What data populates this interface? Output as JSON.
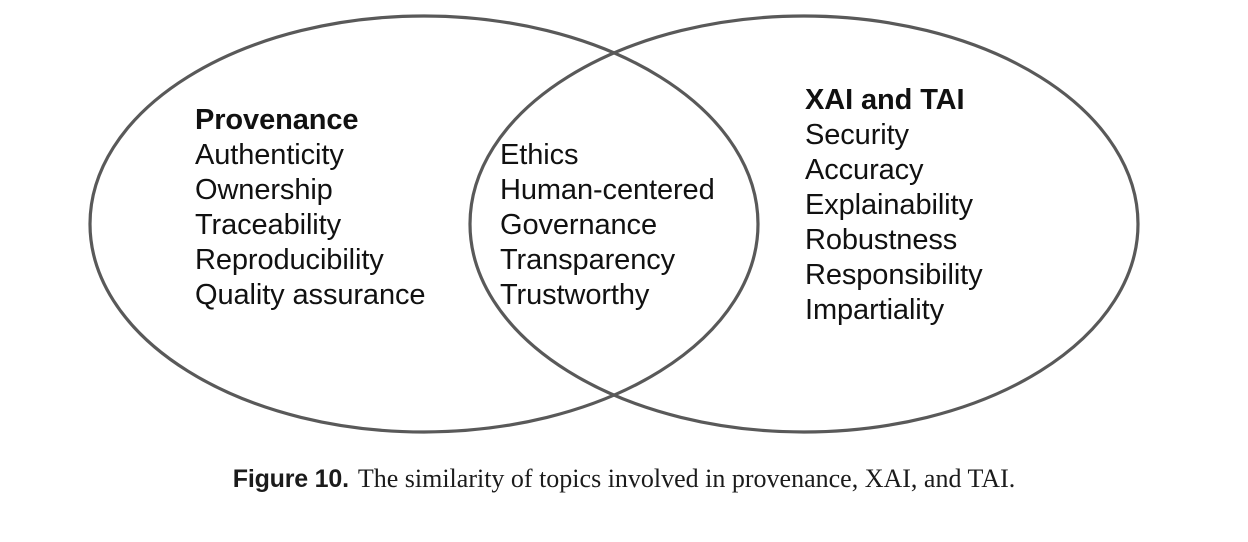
{
  "figure": {
    "caption_label": "Figure 10.",
    "caption_text": "The similarity of topics involved in provenance, XAI, and TAI.",
    "diagram_type": "venn-diagram-two-set",
    "stroke_color": "#595959",
    "text_color": "#111111",
    "background_color": "#ffffff"
  },
  "venn": {
    "left_set": {
      "heading": "Provenance",
      "items": [
        "Authenticity",
        "Ownership",
        "Traceability",
        "Reproducibility",
        "Quality assurance"
      ]
    },
    "intersection": {
      "heading": "",
      "items": [
        "Ethics",
        "Human-centered",
        "Governance",
        "Transparency",
        "Trustworthy"
      ]
    },
    "right_set": {
      "heading": "XAI and TAI",
      "items": [
        "Security",
        "Accuracy",
        "Explainability",
        "Robustness",
        "Responsibility",
        "Impartiality"
      ]
    }
  }
}
